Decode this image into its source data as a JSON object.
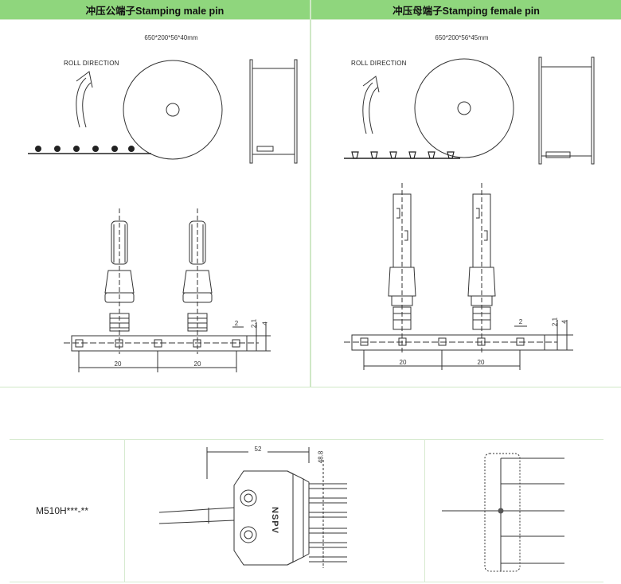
{
  "headers": {
    "male": "冲压公端子Stamping male pin",
    "female": "冲压母端子Stamping female pin"
  },
  "male": {
    "reel_dims": "650*200*56*40mm",
    "roll_direction": "ROLL DIRECTION",
    "dim_pitch_1": "20",
    "dim_pitch_2": "20",
    "dim_a": "2",
    "dim_b": "2.1",
    "dim_c": "4"
  },
  "female": {
    "reel_dims": "650*200*56*45mm",
    "roll_direction": "ROLL DIRECTION",
    "dim_pitch_1": "20",
    "dim_pitch_2": "20",
    "dim_a": "2",
    "dim_b": "2.1",
    "dim_c": "4"
  },
  "product": {
    "model": "M510H***-**",
    "dim_length": "52",
    "dim_height": "48.8",
    "brand_mark": "NSPV"
  }
}
